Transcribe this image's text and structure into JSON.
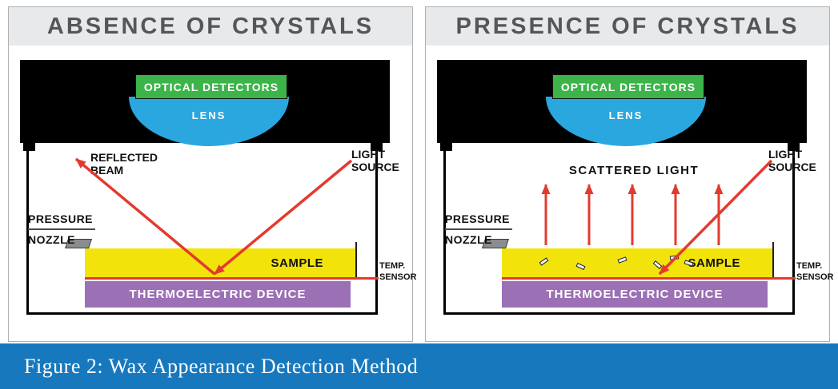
{
  "caption": "Figure 2: Wax Appearance Detection Method",
  "panels": [
    {
      "title": "ABSENCE OF CRYSTALS",
      "detector_label": "OPTICAL DETECTORS",
      "lens_label": "LENS",
      "beam_label": "REFLECTED\nBEAM",
      "light_source_label": "LIGHT\nSOURCE",
      "pressure_label": "PRESSURE",
      "nozzle_label": "NOZZLE",
      "sample_label": "SAMPLE",
      "temp_sensor_label": "TEMP.\nSENSOR",
      "device_label": "THERMOELECTRIC DEVICE"
    },
    {
      "title": "PRESENCE OF CRYSTALS",
      "detector_label": "OPTICAL DETECTORS",
      "lens_label": "LENS",
      "scattered_label": "SCATTERED LIGHT",
      "light_source_label": "LIGHT\nSOURCE",
      "pressure_label": "PRESSURE",
      "nozzle_label": "NOZZLE",
      "sample_label": "SAMPLE",
      "temp_sensor_label": "TEMP.\nSENSOR",
      "device_label": "THERMOELECTRIC DEVICE"
    }
  ],
  "colors": {
    "detector-green": "#3cb44a",
    "lens-blue": "#2aa7df",
    "sample-yellow": "#f2e30b",
    "device-purple": "#9b70b5",
    "beam-red": "#e23b2e",
    "caption-blue": "#1778be",
    "title-gray": "#55565a",
    "title-bg": "#e8e9ea"
  }
}
